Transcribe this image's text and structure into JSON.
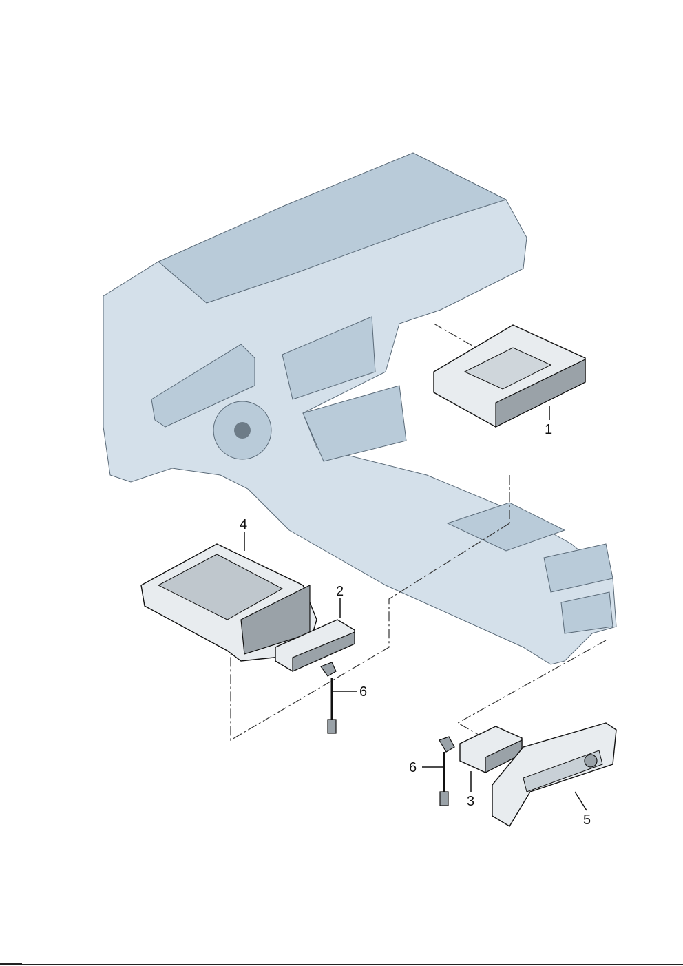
{
  "diagram": {
    "labels": [
      {
        "id": "1",
        "text": "1"
      },
      {
        "id": "2",
        "text": "2"
      },
      {
        "id": "3",
        "text": "3"
      },
      {
        "id": "4",
        "text": "4"
      },
      {
        "id": "5",
        "text": "5"
      },
      {
        "id": "6a",
        "text": "6"
      },
      {
        "id": "6b",
        "text": "6"
      }
    ],
    "colors": {
      "dashboard_fill": "#d4e0ea",
      "dashboard_stroke": "#5a6a78",
      "part_stroke": "#111111"
    }
  }
}
